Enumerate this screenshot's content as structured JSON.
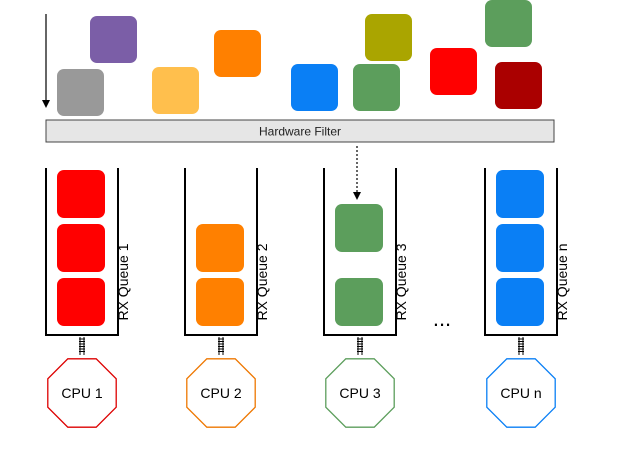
{
  "filter": {
    "label": "Hardware Filter"
  },
  "ellipsis": "...",
  "colors": {
    "purple": "#7b5ea7",
    "orange": "#ff8000",
    "olive": "#aaa500",
    "green": "#5c9e5c",
    "gray": "#999999",
    "lightorange": "#ffbf4d",
    "blue": "#0a7ff5",
    "red": "#ff0000",
    "darkred": "#aa0000"
  },
  "incoming_packets": [
    {
      "color": "purple"
    },
    {
      "color": "orange"
    },
    {
      "color": "olive"
    },
    {
      "color": "green"
    },
    {
      "color": "gray"
    },
    {
      "color": "lightorange"
    },
    {
      "color": "blue"
    },
    {
      "color": "green"
    },
    {
      "color": "red"
    },
    {
      "color": "darkred"
    }
  ],
  "queues": [
    {
      "label": "RX Queue 1",
      "cpu_label": "CPU 1",
      "cpu_color": "#dd0000",
      "packets": [
        "red",
        "red",
        "red"
      ]
    },
    {
      "label": "RX Queue 2",
      "cpu_label": "CPU 2",
      "cpu_color": "#ee7700",
      "packets": [
        "orange",
        "orange"
      ]
    },
    {
      "label": "RX Queue 3",
      "cpu_label": "CPU 3",
      "cpu_color": "#5c9e5c",
      "packets": [
        "green",
        "green"
      ]
    },
    {
      "label": "RX Queue n",
      "cpu_label": "CPU n",
      "cpu_color": "#0a7ff5",
      "packets": [
        "blue",
        "blue",
        "blue"
      ]
    }
  ]
}
